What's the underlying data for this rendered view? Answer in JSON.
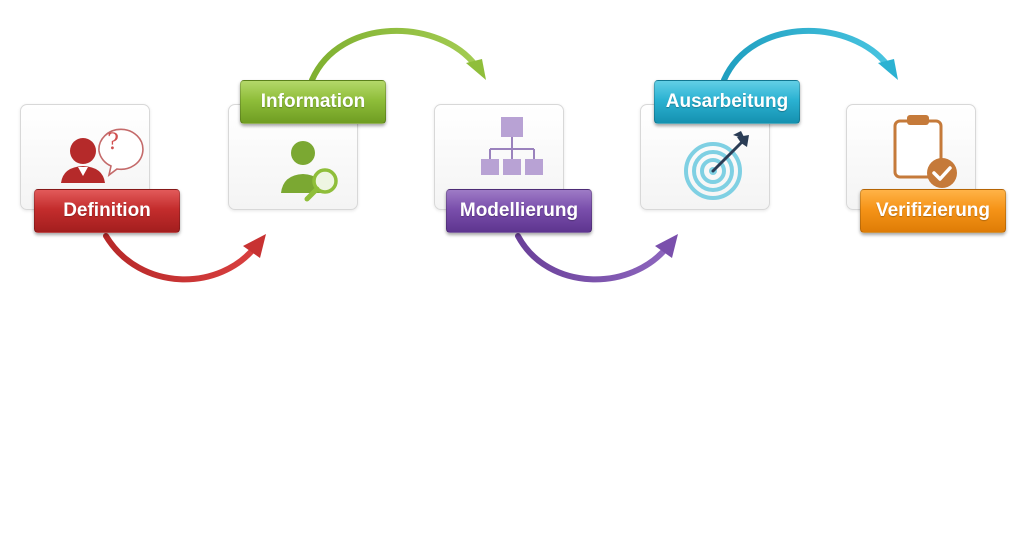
{
  "steps": [
    {
      "label": "Definition",
      "color": "#c42d2d",
      "icon": "person-question-icon"
    },
    {
      "label": "Information",
      "color": "#8fbe3a",
      "icon": "person-search-icon"
    },
    {
      "label": "Modellierung",
      "color": "#7a4fac",
      "icon": "hierarchy-icon"
    },
    {
      "label": "Ausarbeitung",
      "color": "#2bb2d2",
      "icon": "target-icon"
    },
    {
      "label": "Verifizierung",
      "color": "#f69418",
      "icon": "clipboard-check-icon"
    }
  ]
}
